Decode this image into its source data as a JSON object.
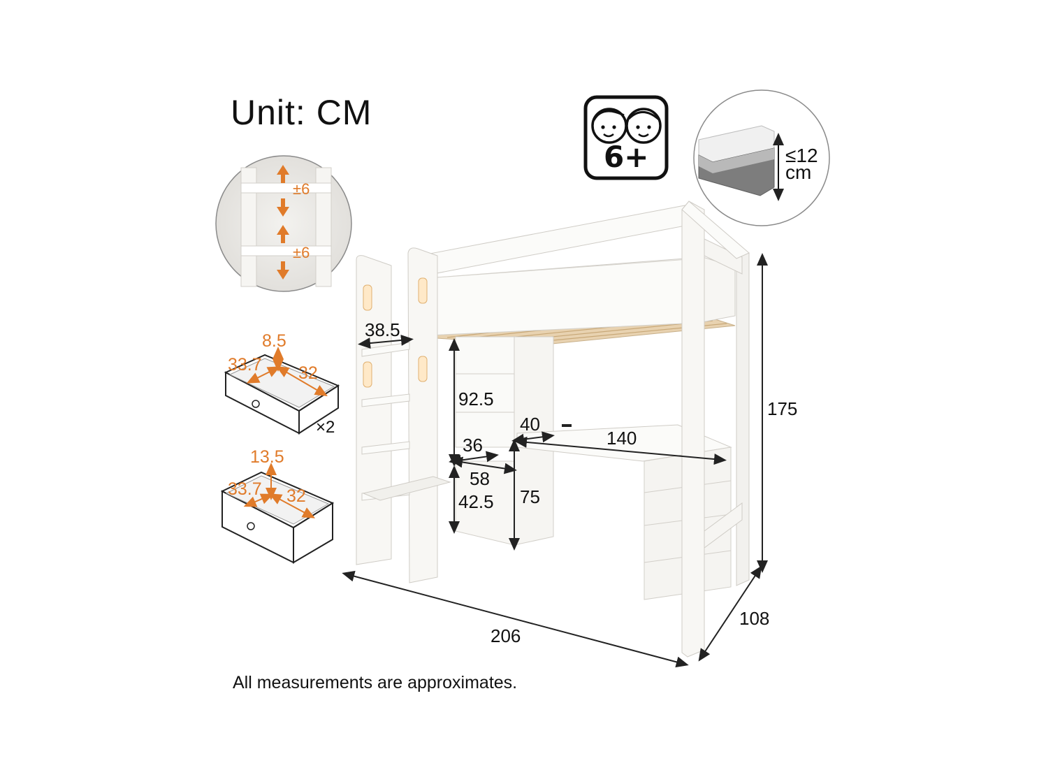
{
  "header": {
    "unit_label": "Unit: CM"
  },
  "footer": {
    "note": "All measurements are approximates."
  },
  "badges": {
    "age": {
      "text": "6+",
      "icon": "two-children-faces-icon"
    },
    "mattress": {
      "line1": "≤12",
      "line2": "cm",
      "icon": "mattress-thickness-icon"
    }
  },
  "ladder_inset": {
    "adjust_top": "±6",
    "adjust_bottom": "±6"
  },
  "drawer_small": {
    "height": "8.5",
    "depth": "33.7",
    "width": "32",
    "count": "×2"
  },
  "drawer_large": {
    "height": "13.5",
    "depth": "33.7",
    "width": "32"
  },
  "dimensions": {
    "total_height": "175",
    "total_length": "206",
    "total_width": "108",
    "ladder_width": "38.5",
    "shelf_height": "92.5",
    "shelf_width": "36",
    "cabinet_depth": "58",
    "cabinet_height": "42.5",
    "desk_height": "75",
    "desk_depth": "40",
    "desk_length": "140"
  },
  "colors": {
    "accent": "#e07b2a",
    "line": "#222222",
    "furniture": "#f7f6f3",
    "edge": "#c9c6c0",
    "slats": "#e8d2b0"
  }
}
